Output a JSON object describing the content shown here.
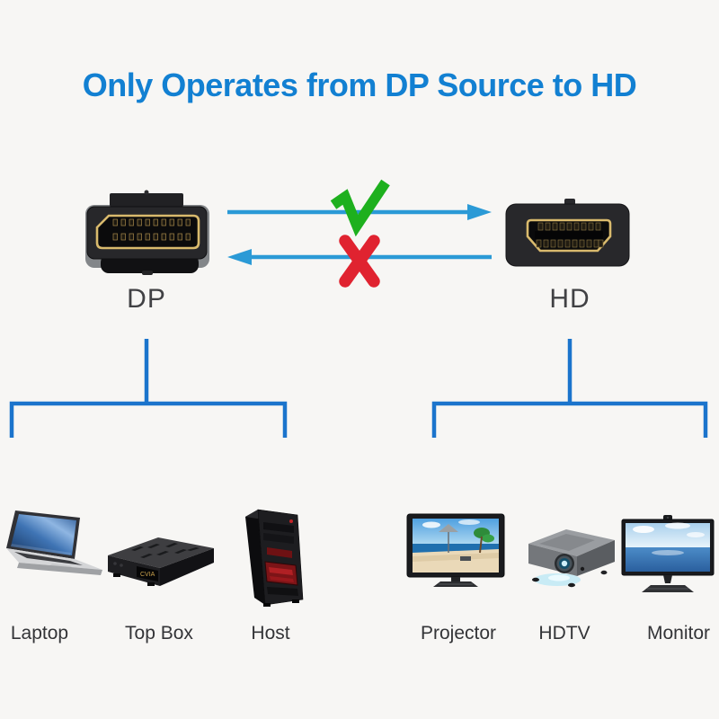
{
  "title": {
    "text": "Only Operates from DP Source to HD"
  },
  "connectors": {
    "source": {
      "label": "DP",
      "type": "displayport-male-connector"
    },
    "target": {
      "label": "HD",
      "type": "hdmi-male-connector"
    }
  },
  "flow": {
    "allowed": {
      "from": "DP",
      "to": "HD",
      "mark": "check"
    },
    "blocked": {
      "from": "HD",
      "to": "DP",
      "mark": "cross"
    }
  },
  "source_devices": [
    {
      "label": "Laptop"
    },
    {
      "label": "Top Box",
      "display_text": "CVIA"
    },
    {
      "label": "Host"
    }
  ],
  "target_devices": [
    {
      "label": "Projector"
    },
    {
      "label": "HDTV"
    },
    {
      "label": "Monitor"
    }
  ],
  "colors": {
    "title_blue": "#1280d2",
    "branch_line_blue": "#1b74cc",
    "arrow_blue": "#2b9ad6",
    "check_green": "#1eb01e",
    "cross_red": "#e02330",
    "connector_gold": "#d9ba6d",
    "label_dark": "#414144"
  }
}
